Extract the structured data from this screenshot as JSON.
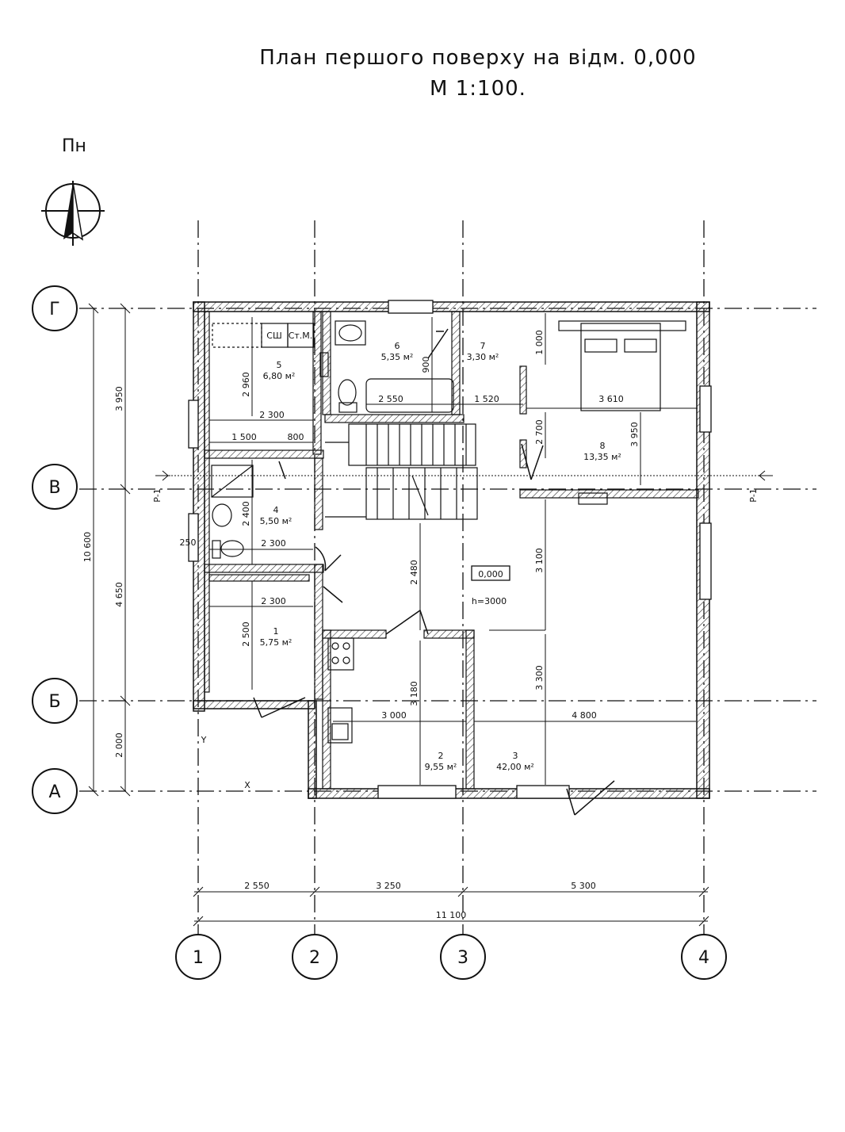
{
  "title": {
    "line1": "План першого поверху на відм. 0,000",
    "line2": "М 1:100."
  },
  "north": {
    "label": "Пн"
  },
  "axes": {
    "vertical": [
      "1",
      "2",
      "3",
      "4"
    ],
    "horizontal": [
      "Г",
      "В",
      "Б",
      "А"
    ]
  },
  "dims_bottom": [
    "2 550",
    "3 250",
    "5 300"
  ],
  "dim_total": "11 100",
  "dims_left": [
    "3 950",
    "4 650",
    "2 000"
  ],
  "dim_left_total": "10 600",
  "section": {
    "label": "Р-1"
  },
  "level": {
    "mark": "0,000",
    "height": "h=3000"
  },
  "coord": {
    "x": "X",
    "y": "Y"
  },
  "rooms": [
    {
      "num": "1",
      "area": "5,75 м²"
    },
    {
      "num": "2",
      "area": "9,55 м²"
    },
    {
      "num": "3",
      "area": "42,00 м²"
    },
    {
      "num": "4",
      "area": "5,50 м²"
    },
    {
      "num": "5",
      "area": "6,80 м²"
    },
    {
      "num": "6",
      "area": "5,35 м²"
    },
    {
      "num": "7",
      "area": "3,30 м²"
    },
    {
      "num": "8",
      "area": "13,35 м²"
    }
  ],
  "appliances": {
    "dryer": "СШ",
    "washer": "Ст.М."
  },
  "inner_dims": {
    "d2300a": "2 300",
    "d1500": "1 500",
    "d800": "800",
    "d2960": "2 960",
    "d2400": "2 400",
    "d250": "250",
    "d2300b": "2 300",
    "d2300c": "2 300",
    "d2500": "2 500",
    "d2550": "2 550",
    "d1520": "1 520",
    "d3610": "3 610",
    "d1000": "1 000",
    "d2700": "2 700",
    "d3950": "3 950",
    "d900": "900",
    "d2480": "2 480",
    "d3100": "3 100",
    "d3180": "3 180",
    "d3300": "3 300",
    "d3000": "3 000",
    "d4800": "4 800"
  }
}
